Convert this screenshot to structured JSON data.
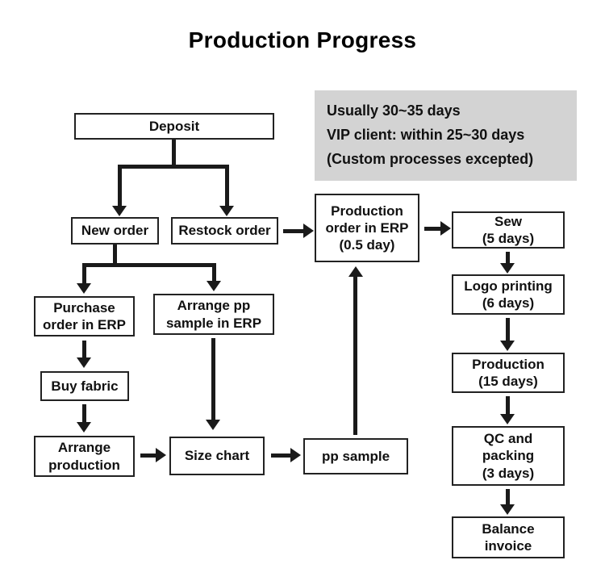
{
  "title": "Production Progress",
  "note": {
    "lines": [
      "Usually 30~35 days",
      "VIP client: within 25~30 days",
      "(Custom processes excepted)"
    ]
  },
  "nodes": {
    "deposit": "Deposit",
    "new_order": "New order",
    "restock_order": "Restock order",
    "production_order_erp": "Production\norder in ERP\n(0.5 day)",
    "sew": "Sew\n(5 days)",
    "logo_printing": "Logo printing\n(6 days)",
    "production": "Production\n(15 days)",
    "qc_packing": "QC and\npacking\n(3 days)",
    "balance_invoice": "Balance\ninvoice",
    "purchase_order": "Purchase\norder in ERP",
    "arrange_pp_sample": "Arrange pp\nsample in ERP",
    "buy_fabric": "Buy fabric",
    "arrange_production": "Arrange\nproduction",
    "size_chart": "Size chart",
    "pp_sample": "pp sample"
  },
  "colors": {
    "line": "#1a1a1a",
    "note_background": "#d3d3d3",
    "box_background": "#ffffff"
  }
}
